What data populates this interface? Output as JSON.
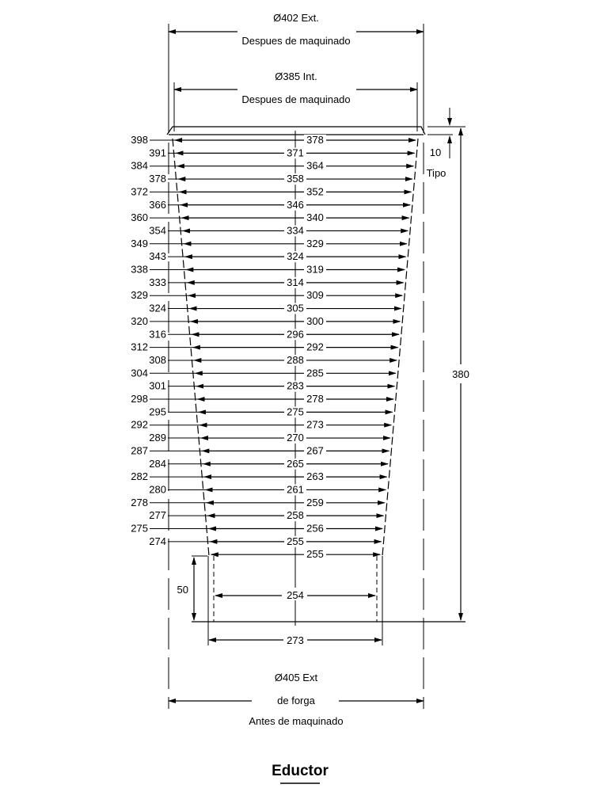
{
  "top_ext": {
    "dia": "Ø402 Ext.",
    "note": "Despues de maquinado"
  },
  "top_int": {
    "dia": "Ø385 Int.",
    "note": "Despues de maquinado"
  },
  "bottom_ext": {
    "dia": "Ø405 Ext",
    "note1": "de forga",
    "note2": "Antes de maquinado"
  },
  "tipo": {
    "value": "10",
    "label": "Tipo"
  },
  "height": "380",
  "base_height": "50",
  "base_width": "273",
  "title": "Eductor",
  "rows": [
    {
      "outer": "398",
      "center": "378"
    },
    {
      "outer": "391",
      "center": "371"
    },
    {
      "outer": "384",
      "center": "364"
    },
    {
      "outer": "378",
      "center": "358"
    },
    {
      "outer": "372",
      "center": "352"
    },
    {
      "outer": "366",
      "center": "346"
    },
    {
      "outer": "360",
      "center": "340"
    },
    {
      "outer": "354",
      "center": "334"
    },
    {
      "outer": "349",
      "center": "329"
    },
    {
      "outer": "343",
      "center": "324"
    },
    {
      "outer": "338",
      "center": "319"
    },
    {
      "outer": "333",
      "center": "314"
    },
    {
      "outer": "329",
      "center": "309"
    },
    {
      "outer": "324",
      "center": "305"
    },
    {
      "outer": "320",
      "center": "300"
    },
    {
      "outer": "316",
      "center": "296"
    },
    {
      "outer": "312",
      "center": "292"
    },
    {
      "outer": "308",
      "center": "288"
    },
    {
      "outer": "304",
      "center": "285"
    },
    {
      "outer": "301",
      "center": "283"
    },
    {
      "outer": "298",
      "center": "278"
    },
    {
      "outer": "295",
      "center": "275"
    },
    {
      "outer": "292",
      "center": "273"
    },
    {
      "outer": "289",
      "center": "270"
    },
    {
      "outer": "287",
      "center": "267"
    },
    {
      "outer": "284",
      "center": "265"
    },
    {
      "outer": "282",
      "center": "263"
    },
    {
      "outer": "280",
      "center": "261"
    },
    {
      "outer": "278",
      "center": "259"
    },
    {
      "outer": "277",
      "center": "258"
    },
    {
      "outer": "275",
      "center": "256"
    },
    {
      "outer": "274",
      "center": "255"
    },
    {
      "outer": "",
      "center": "255"
    }
  ],
  "bore_width": "254"
}
